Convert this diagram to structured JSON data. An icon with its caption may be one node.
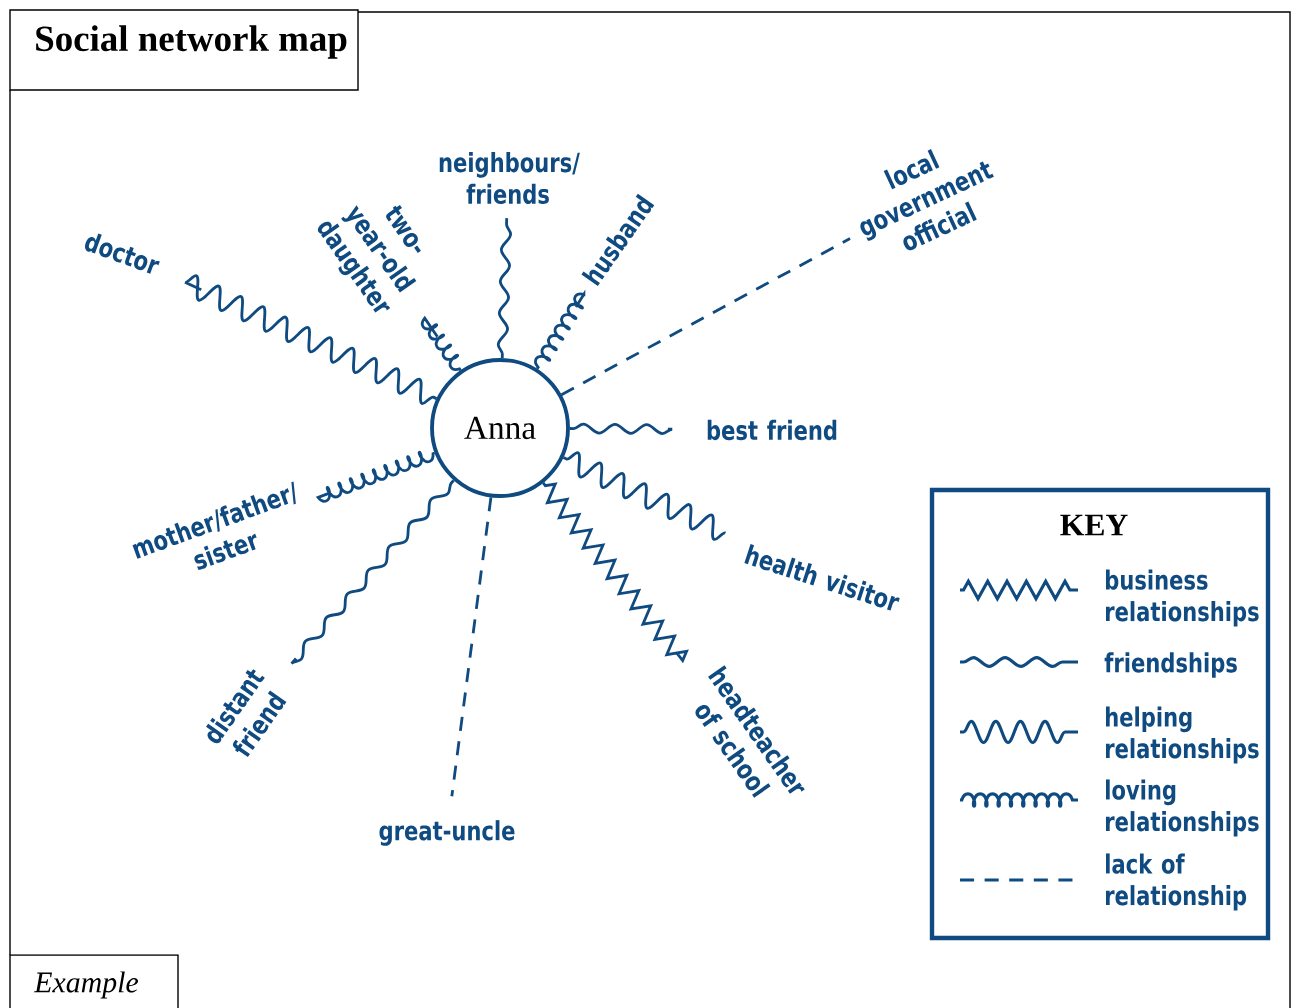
{
  "diagram": {
    "title": "Social network map",
    "nodes": [
      {
        "text": [
          "Anna"
        ]
      },
      {
        "text": [
          "doctor"
        ]
      },
      {
        "text": [
          "two-year-old daughter"
        ]
      },
      {
        "text": [
          "neighbours/ friends"
        ]
      },
      {
        "text": [
          "husband"
        ]
      },
      {
        "text": [
          "local government official"
        ]
      },
      {
        "text": [
          "best friend"
        ]
      },
      {
        "text": [
          "health visitor"
        ]
      },
      {
        "text": [
          "headteacher of school"
        ]
      },
      {
        "text": [
          "great-uncle"
        ]
      },
      {
        "text": [
          "distant friend"
        ]
      },
      {
        "text": [
          "mother/father/ sister"
        ]
      }
    ],
    "edges": [
      {
        "from": 0,
        "to": 1,
        "arrow": "none"
      },
      {
        "from": 0,
        "to": 2,
        "arrow": "none"
      },
      {
        "from": 0,
        "to": 3,
        "arrow": "none"
      },
      {
        "from": 0,
        "to": 4,
        "arrow": "none"
      },
      {
        "from": 0,
        "to": 5,
        "arrow": "none",
        "style": "dashed"
      },
      {
        "from": 0,
        "to": 6,
        "arrow": "none"
      },
      {
        "from": 0,
        "to": 7,
        "arrow": "none"
      },
      {
        "from": 0,
        "to": 8,
        "arrow": "none"
      },
      {
        "from": 0,
        "to": 9,
        "arrow": "none",
        "style": "dashed"
      },
      {
        "from": 0,
        "to": 10,
        "arrow": "none"
      },
      {
        "from": 0,
        "to": 11,
        "arrow": "none"
      }
    ],
    "labels": [
      "KEY",
      "Example"
    ],
    "legend": [
      {
        "text": "business relationships"
      },
      {
        "text": "friendships"
      },
      {
        "text": "helping relationships"
      },
      {
        "text": "loving relationships"
      },
      {
        "text": "lack of relationship"
      }
    ]
  }
}
